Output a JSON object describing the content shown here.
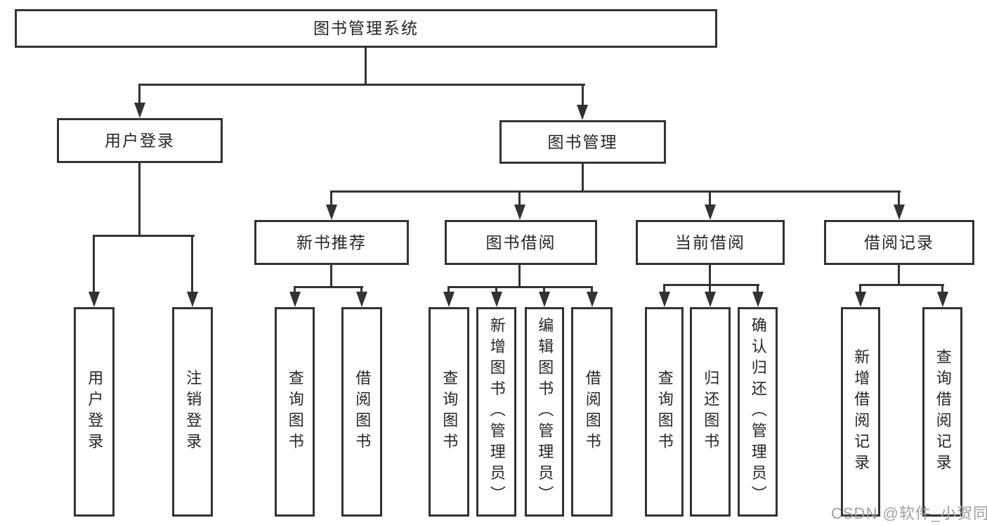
{
  "tree": {
    "label": "图书管理系统",
    "children": [
      {
        "label": "用户登录",
        "children": [
          {
            "label": "用户登录"
          },
          {
            "label": "注销登录"
          }
        ]
      },
      {
        "label": "图书管理",
        "children": [
          {
            "label": "新书推荐",
            "children": [
              {
                "label": "查询图书"
              },
              {
                "label": "借阅图书"
              }
            ]
          },
          {
            "label": "图书借阅",
            "children": [
              {
                "label": "查询图书"
              },
              {
                "label": "新增图书（管理员）"
              },
              {
                "label": "编辑图书（管理员）"
              },
              {
                "label": "借阅图书"
              }
            ]
          },
          {
            "label": "当前借阅",
            "children": [
              {
                "label": "查询图书"
              },
              {
                "label": "归还图书"
              },
              {
                "label": "确认归还（管理员）"
              }
            ]
          },
          {
            "label": "借阅记录",
            "children": [
              {
                "label": "新增借阅记录"
              },
              {
                "label": "查询借阅记录"
              }
            ]
          }
        ]
      }
    ]
  },
  "watermark": {
    "text": "CSDN @软件_小贺同学"
  },
  "colors": {
    "line": "#333333",
    "text": "#262626",
    "watermark": "#a0a0a0",
    "background": "#ffffff"
  }
}
